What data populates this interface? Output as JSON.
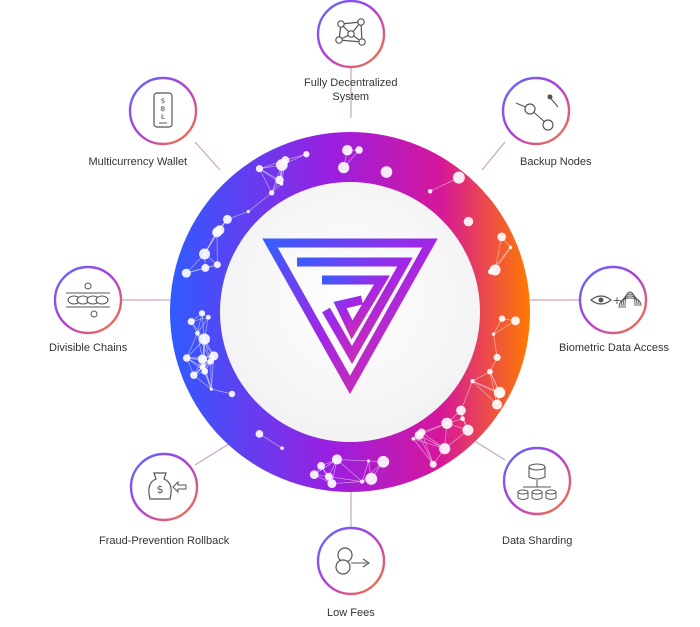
{
  "features": [
    {
      "id": "fully-decentralized",
      "label_lines": [
        "Fully Decentralized",
        "System"
      ],
      "icon": "network-nodes-icon"
    },
    {
      "id": "backup-nodes",
      "label_lines": [
        "Backup Nodes"
      ],
      "icon": "connected-nodes-icon"
    },
    {
      "id": "biometric-data-access",
      "label_lines": [
        "Biometric Data Access"
      ],
      "icon": "eye-fingerprint-icon"
    },
    {
      "id": "data-sharding",
      "label_lines": [
        "Data Sharding"
      ],
      "icon": "database-shards-icon"
    },
    {
      "id": "low-fees",
      "label_lines": [
        "Low Fees"
      ],
      "icon": "coins-icon"
    },
    {
      "id": "fraud-prevention-rollback",
      "label_lines": [
        "Fraud-Prevention Rollback"
      ],
      "icon": "money-bag-icon"
    },
    {
      "id": "divisible-chains",
      "label_lines": [
        "Divisible Chains"
      ],
      "icon": "chain-links-icon"
    },
    {
      "id": "multicurrency-wallet",
      "label_lines": [
        "Multicurrency Wallet"
      ],
      "icon": "phone-wallet-icon"
    }
  ],
  "icon_symbols": {
    "phone-wallet": [
      "$",
      "฿",
      "Ł"
    ],
    "money-bag": "$"
  },
  "colors": {
    "blue": "#2f5bff",
    "purple": "#9b1fe0",
    "magenta": "#d5179b",
    "orange": "#ff7a00",
    "icon_stroke": "#555555",
    "connector": "#c9a4c9"
  }
}
